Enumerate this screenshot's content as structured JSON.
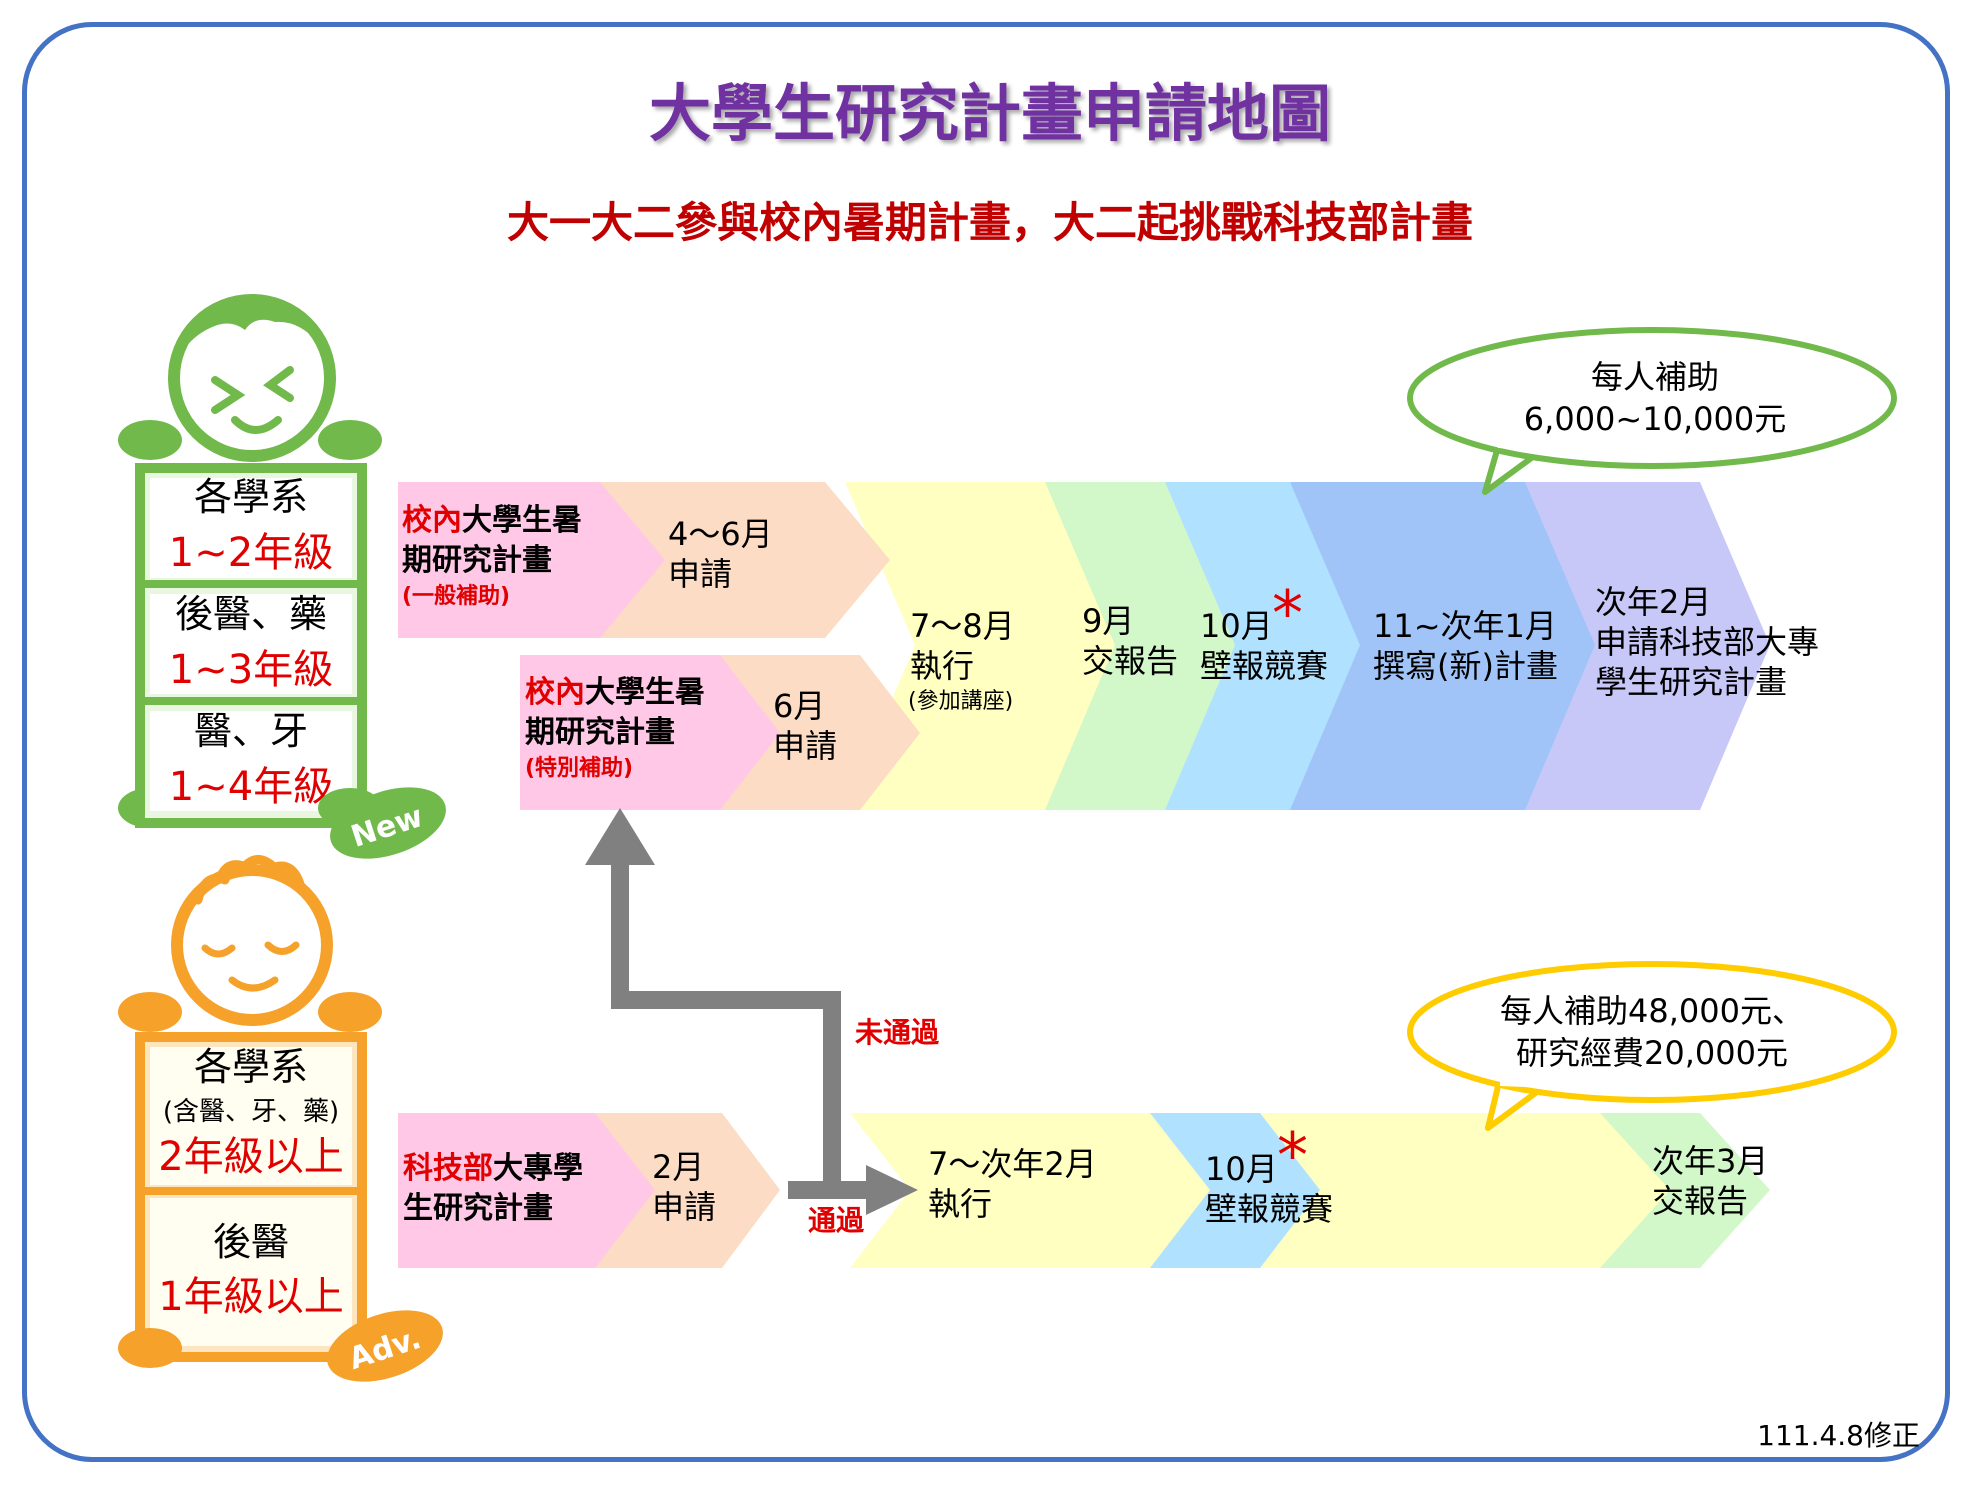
{
  "title": "大學生研究計畫申請地圖",
  "subtitle": "大一大二參與校內暑期計畫，大二起挑戰科技部計畫",
  "revision": "111.4.8修正",
  "colors": {
    "frame": "#4472c4",
    "title": "#7030a0",
    "subtitle": "#c00000",
    "red": "#e00000",
    "green_char": "#70b94a",
    "orange_char": "#f5a12a",
    "pink": "#ffc8e6",
    "peach": "#fcdcc4",
    "yellow": "#feffc0",
    "lightgreen": "#d2f7c8",
    "lightblue": "#b0e2ff",
    "blue": "#a0c4f8",
    "lavender": "#c8c8f8",
    "arrow_gray": "#808080"
  },
  "new_track": {
    "character_icon": "smiling-face-icon",
    "badge": "New",
    "groups": [
      {
        "name": "各學系",
        "grade": "1~2年級"
      },
      {
        "name": "後醫、藥",
        "grade": "1~3年級"
      },
      {
        "name": "醫、牙",
        "grade": "1~4年級"
      }
    ],
    "general_plan": {
      "prefix": "校內",
      "line1_rest": "大學生暑",
      "line2": "期研究計畫",
      "note": "(一般補助)",
      "apply_time": "4～6月",
      "apply_label": "申請"
    },
    "special_plan": {
      "prefix": "校內",
      "line1_rest": "大學生暑",
      "line2": "期研究計畫",
      "note": "(特別補助)",
      "apply_time": "6月",
      "apply_label": "申請"
    },
    "execute": {
      "time": "7～8月",
      "label": "執行",
      "note": "(參加講座)"
    },
    "report": {
      "time": "9月",
      "label": "交報告"
    },
    "poster": {
      "time": "10月",
      "label": "壁報競賽",
      "mark": "*"
    },
    "write": {
      "time": "11~次年1月",
      "label": "撰寫(新)計畫"
    },
    "next": {
      "line1": "次年2月",
      "line2": "申請科技部大專",
      "line3": "學生研究計畫"
    },
    "subsidy_bubble": {
      "line1": "每人補助",
      "line2": "6,000~10,000元"
    }
  },
  "adv_track": {
    "character_icon": "calm-face-icon",
    "badge": "Adv.",
    "groups": [
      {
        "name": "各學系",
        "note": "(含醫、牙、藥)",
        "grade": "2年級以上"
      },
      {
        "name": "後醫",
        "grade": "1年級以上"
      }
    ],
    "plan": {
      "prefix": "科技部",
      "line1_rest": "大專學",
      "line2": "生研究計畫",
      "apply_time": "2月",
      "apply_label": "申請"
    },
    "pass_label": "通過",
    "fail_label": "未通過",
    "execute": {
      "time": "7～次年2月",
      "label": "執行"
    },
    "poster": {
      "time": "10月",
      "label": "壁報競賽",
      "mark": "*"
    },
    "report": {
      "time": "次年3月",
      "label": "交報告"
    },
    "subsidy_bubble": {
      "line1": "每人補助48,000元、",
      "line2": "研究經費20,000元"
    }
  }
}
